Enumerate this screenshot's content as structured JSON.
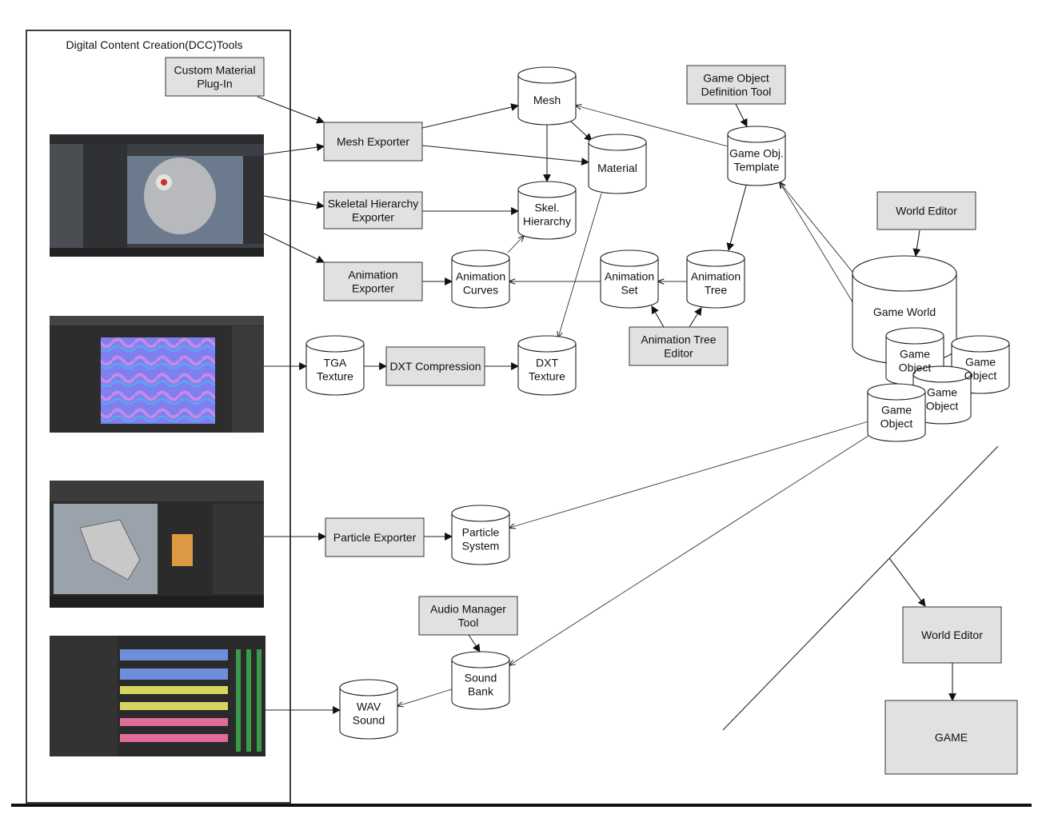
{
  "dcc_panel": {
    "title": "Digital Content Creation(DCC)Tools",
    "screenshots": [
      {
        "name": "3d-modeling-tool-screenshot"
      },
      {
        "name": "texture-painting-tool-screenshot"
      },
      {
        "name": "particle-effects-tool-screenshot"
      },
      {
        "name": "audio-editing-tool-screenshot"
      }
    ]
  },
  "boxes": {
    "custom_material": [
      "Custom Material",
      "Plug-In"
    ],
    "mesh_exporter": [
      "Mesh Exporter"
    ],
    "skeletal_exporter": [
      "Skeletal Hierarchy",
      "Exporter"
    ],
    "anim_exporter": [
      "Animation",
      "Exporter"
    ],
    "dxt_compression": [
      "DXT Compression"
    ],
    "particle_exporter": [
      "Particle Exporter"
    ],
    "audio_manager": [
      "Audio Manager",
      "Tool"
    ],
    "god_tool": [
      "Game Object",
      "Definition Tool"
    ],
    "world_editor_top": [
      "World Editor"
    ],
    "anim_tree_editor": [
      "Animation Tree",
      "Editor"
    ],
    "world_editor_bottom": [
      "World Editor"
    ],
    "game": [
      "GAME"
    ]
  },
  "cylinders": {
    "mesh": [
      "Mesh"
    ],
    "material": [
      "Material"
    ],
    "skel": [
      "Skel.",
      "Hierarchy"
    ],
    "anim_curves": [
      "Animation",
      "Curves"
    ],
    "anim_set": [
      "Animation",
      "Set"
    ],
    "anim_tree": [
      "Animation",
      "Tree"
    ],
    "go_template": [
      "Game Obj.",
      "Template"
    ],
    "tga": [
      "TGA",
      "Texture"
    ],
    "dxt_texture": [
      "DXT",
      "Texture"
    ],
    "game_world": [
      "Game World"
    ],
    "game_object_1": [
      "Game",
      "Object"
    ],
    "game_object_2": [
      "Game",
      "Object"
    ],
    "game_object_3": [
      "Game",
      "Object"
    ],
    "game_object_4": [
      "Game",
      "Object"
    ],
    "particle_system": [
      "Particle",
      "System"
    ],
    "sound_bank": [
      "Sound",
      "Bank"
    ],
    "wav": [
      "WAV",
      "Sound"
    ]
  },
  "colors": {
    "box_fill": "#e1e1e1",
    "stroke": "#222222"
  }
}
